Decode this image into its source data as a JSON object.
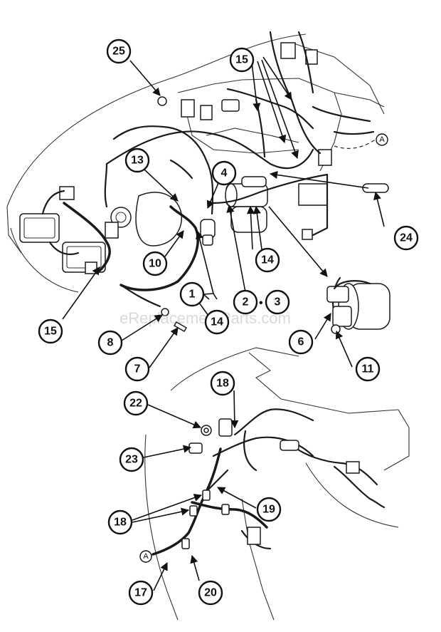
{
  "watermark": "eReplacementParts.com",
  "separator_2_3": "•",
  "callouts": [
    {
      "id": "c25",
      "label": "25"
    },
    {
      "id": "c15a",
      "label": "15"
    },
    {
      "id": "c13",
      "label": "13"
    },
    {
      "id": "c4",
      "label": "4"
    },
    {
      "id": "c10",
      "label": "10"
    },
    {
      "id": "c14a",
      "label": "14"
    },
    {
      "id": "c24",
      "label": "24"
    },
    {
      "id": "c1",
      "label": "1"
    },
    {
      "id": "c2",
      "label": "2"
    },
    {
      "id": "c3",
      "label": "3"
    },
    {
      "id": "c15b",
      "label": "15"
    },
    {
      "id": "c14b",
      "label": "14"
    },
    {
      "id": "c6",
      "label": "6"
    },
    {
      "id": "c11",
      "label": "11"
    },
    {
      "id": "c8",
      "label": "8"
    },
    {
      "id": "c7",
      "label": "7"
    },
    {
      "id": "c18a",
      "label": "18"
    },
    {
      "id": "c22",
      "label": "22"
    },
    {
      "id": "c23",
      "label": "23"
    },
    {
      "id": "c19",
      "label": "19"
    },
    {
      "id": "c18b",
      "label": "18"
    },
    {
      "id": "c17",
      "label": "17"
    },
    {
      "id": "c20",
      "label": "20"
    }
  ],
  "reference_markers": [
    {
      "id": "refA1",
      "label": "A"
    },
    {
      "id": "refA2",
      "label": "A"
    }
  ]
}
